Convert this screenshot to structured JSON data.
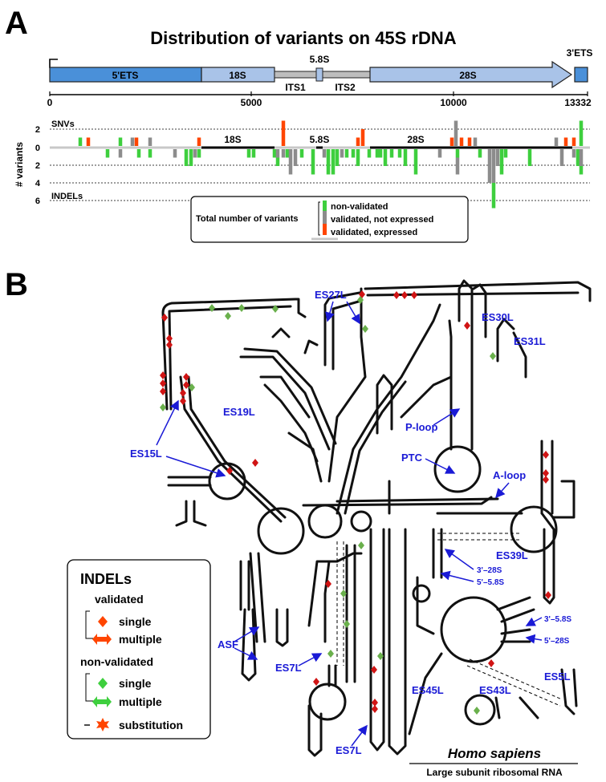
{
  "panel_a": {
    "letter": "A",
    "title": "Distribution of variants on 45S rDNA",
    "gene": {
      "length": 13332,
      "regions": [
        {
          "name": "5'ETS",
          "start": 0,
          "end": 3657,
          "color": "#4a90d9"
        },
        {
          "name": "18S",
          "start": 3657,
          "end": 5527,
          "color": "#a9c3e8"
        },
        {
          "name": "ITS1",
          "start": 5527,
          "end": 6623,
          "color": "#bdbdbd"
        },
        {
          "name": "5.8S",
          "start": 6623,
          "end": 6780,
          "color": "#a9c3e8"
        },
        {
          "name": "ITS2",
          "start": 6780,
          "end": 7947,
          "color": "#bdbdbd"
        },
        {
          "name": "28S",
          "start": 7947,
          "end": 12996,
          "color": "#a9c3e8"
        },
        {
          "name": "3'ETS",
          "start": 12996,
          "end": 13332,
          "color": "#4a90d9"
        }
      ],
      "labels": {
        "ets5": "5'ETS",
        "s18": "18S",
        "s58": "5.8S",
        "its1": "ITS1",
        "its2": "ITS2",
        "s28": "28S",
        "ets3": "3'ETS"
      },
      "scale_ticks": [
        "0",
        "5000",
        "10000",
        "13332"
      ]
    },
    "plot": {
      "ylabel": "# variants",
      "snv_label": "SNVs",
      "indel_label": "INDELs",
      "yticks": [
        "2",
        "0",
        "2",
        "4",
        "6"
      ],
      "region_labels": [
        "18S",
        "5.8S",
        "28S"
      ]
    },
    "legend": {
      "title": "Total number of variants",
      "items": [
        "non-validated",
        "validated, not expressed",
        "validated, expressed"
      ]
    }
  },
  "panel_b": {
    "letter": "B",
    "labels": [
      "ES27L",
      "ES30L",
      "ES31L",
      "ES19L",
      "P-loop",
      "ES15L",
      "PTC",
      "A-loop",
      "ES39L",
      "3'–28S",
      "5'–5.8S",
      "ASF",
      "3'–5.8S",
      "5'–28S",
      "ES7L",
      "ES5L",
      "ES45L",
      "ES43L",
      "ES7L"
    ],
    "caption_species": "Homo sapiens",
    "caption_molecule": "Large subunit ribosomal RNA",
    "legend": {
      "title": "INDELs",
      "validated": "validated",
      "single": "single",
      "multiple": "multiple",
      "nonvalidated": "non-validated",
      "single2": "single",
      "multiple2": "multiple",
      "substitution": "substitution"
    }
  },
  "colors": {
    "validated_expressed": "#ff4500",
    "validated_not_expressed": "#8c8c8c",
    "non_validated": "#3ecf3e",
    "label_blue": "#1a1ad6",
    "variant_red": "#d01414",
    "variant_green": "#6ab04c"
  }
}
